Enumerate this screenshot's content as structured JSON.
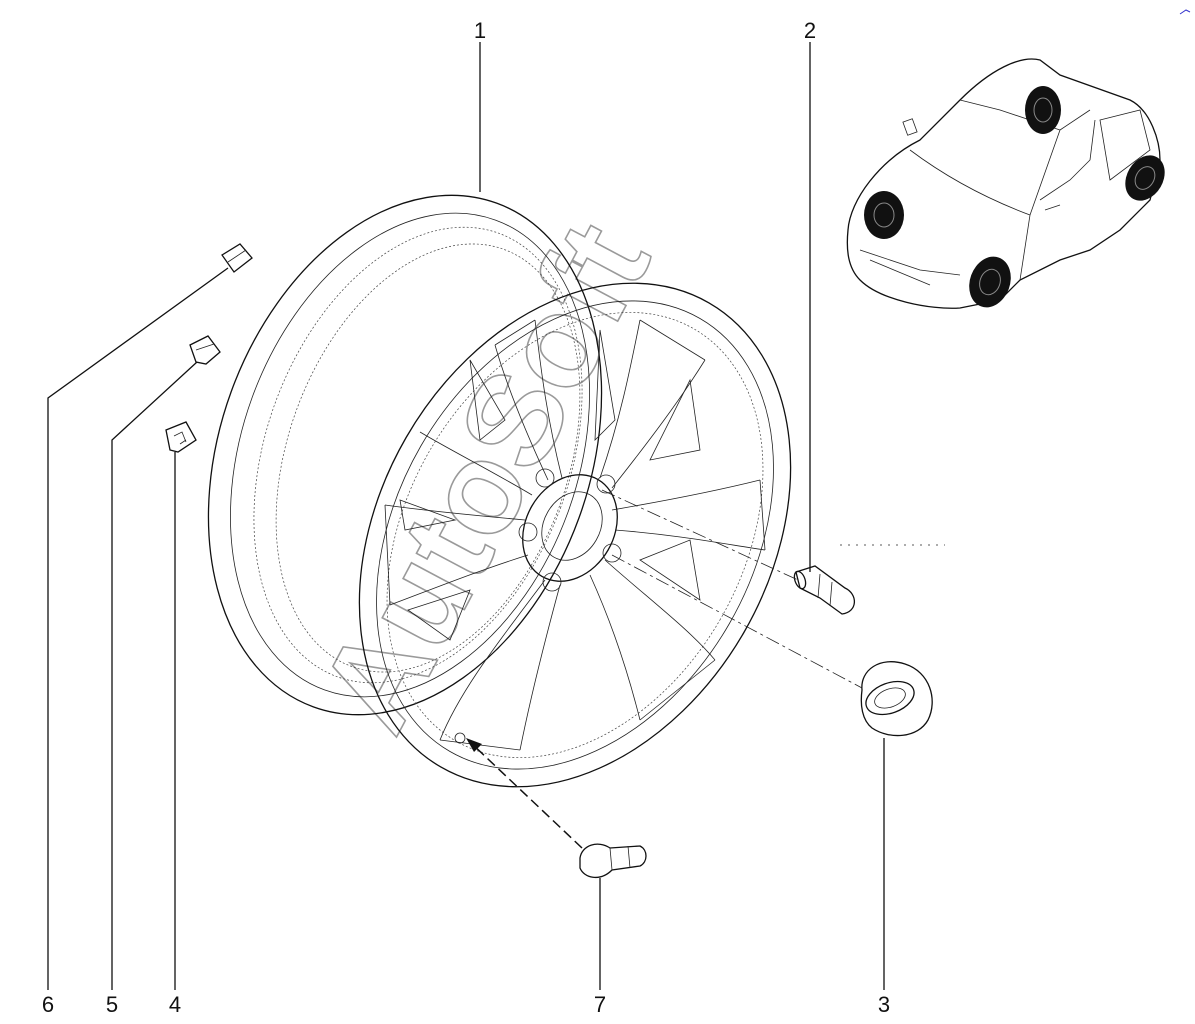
{
  "callouts": {
    "c1": "1",
    "c2": "2",
    "c3": "3",
    "c4": "4",
    "c5": "5",
    "c6": "6",
    "c7": "7"
  },
  "watermark": "AutoSoft",
  "colors": {
    "line": "#111111",
    "watermark": "#9a9a9a",
    "paper": "#ffffff"
  }
}
